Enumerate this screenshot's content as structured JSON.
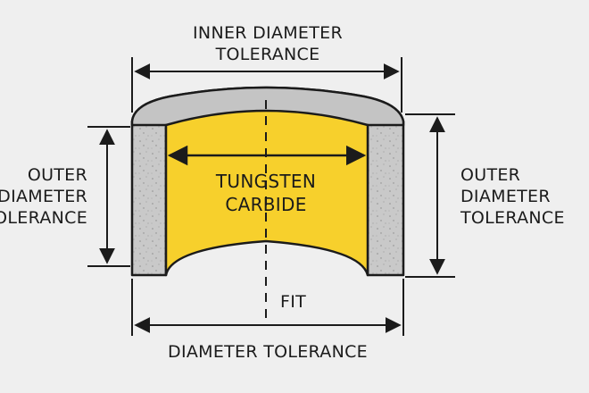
{
  "labels": {
    "inner_diameter_tolerance": [
      "INNER DIAMETER",
      "TOLERANCE"
    ],
    "outer_diameter_tolerance_left": [
      "OUTER",
      "DIAMETER",
      "TOLERANCE"
    ],
    "outer_diameter_tolerance_right": [
      "OUTER",
      "DIAMETER",
      "TOLERANCE"
    ],
    "material": [
      "TUNGSTEN",
      "CARBIDE"
    ],
    "fit": "FIT",
    "diameter_tolerance": "DIAMETER TOLERANCE"
  },
  "colors": {
    "background": "#efefef",
    "carbide_fill": "#f7d02c",
    "shell_fill": "#c9c9c9",
    "outline": "#1b1b1b"
  }
}
